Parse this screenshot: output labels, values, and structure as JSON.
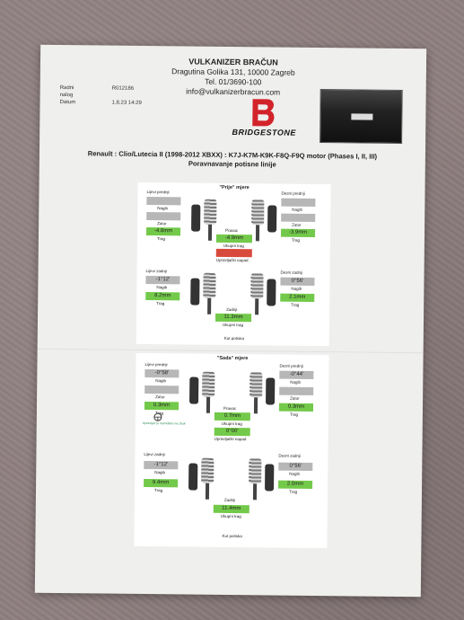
{
  "document": {
    "company": "VULKANIZER BRAČUN",
    "address": "Dragutina Golika 131, 10000 Zagreb",
    "phone": "Tel. 01/3690-100",
    "email": "info@vulkanizerbracun.com",
    "order_label": "Radni nalog",
    "order_value": "R012186",
    "date_label": "Datum",
    "date_value": "1.8.23 14:29",
    "brand": "BRIDGESTONE",
    "plate": "",
    "vehicle": "Renault : Clio/Lutecia II (1998-2012 XBXX) : K7J-K7M-K9K-F8Q-F9Q motor (Phases I, II, III)",
    "subtitle": "Poravnavanje potisne linije"
  },
  "before": {
    "title": "\"Prije\" mjere",
    "front_left": "Lijevi prednji",
    "front_right": "Desni prednji",
    "camber": "Nagib",
    "caster": "Zatur",
    "toe": "Trag",
    "fl_camber": "",
    "fl_caster": "",
    "fl_toe": "-4.8mm",
    "fr_camber": "",
    "fr_caster": "",
    "fr_toe": "-3.9mm",
    "center_label": "Pravac",
    "center_val": "-4.9mm",
    "setback_label": "Ukupni trag",
    "setback_val": "",
    "thrust_label": "Upravljački napad",
    "rear_left": "Lijevi zadnji",
    "rear_right": "Desni zadnji",
    "rl_camber": "-1°12'",
    "rl_toe": "8.2mm",
    "rr_camber": "0°56'",
    "rr_toe": "2.1mm",
    "rear_total": "11.3mm",
    "rear_total_label": "Ukupni trag",
    "thrust_angle_label": "Kut potiska",
    "rear_label": "Zadnji"
  },
  "after": {
    "title": "\"Sada\" mjere",
    "front_left": "Lijevi prednji",
    "front_right": "Desni prednji",
    "camber": "Nagib",
    "caster": "Zatur",
    "toe": "Trag",
    "fl_camber": "-0°58'",
    "fl_caster": "",
    "fl_toe": "0.3mm",
    "fr_camber": "-0°44'",
    "fr_caster": "",
    "fr_toe": "0.3mm",
    "center_label": "Pravac",
    "center_val": "0.7mm",
    "setback_label": "Ukupni trag",
    "thrust_val": "0°00'",
    "thrust_label": "Upravljački napad",
    "note": "Upravljač je nameštan na zbuk",
    "rear_left": "Lijevi zadnji",
    "rear_right": "Desni zadnji",
    "rl_camber": "-1°12'",
    "rl_toe": "9.4mm",
    "rr_camber": "0°56'",
    "rr_toe": "2.0mm",
    "rear_total": "11.4mm",
    "rear_total_label": "Ukupni trag",
    "thrust_angle_label": "Kut potiska",
    "rear_label": "Zadnji"
  },
  "colors": {
    "ok": "#73c94a",
    "bad": "#d84a3c",
    "neutral": "#b7b7b7",
    "brand": "#d3232a"
  }
}
